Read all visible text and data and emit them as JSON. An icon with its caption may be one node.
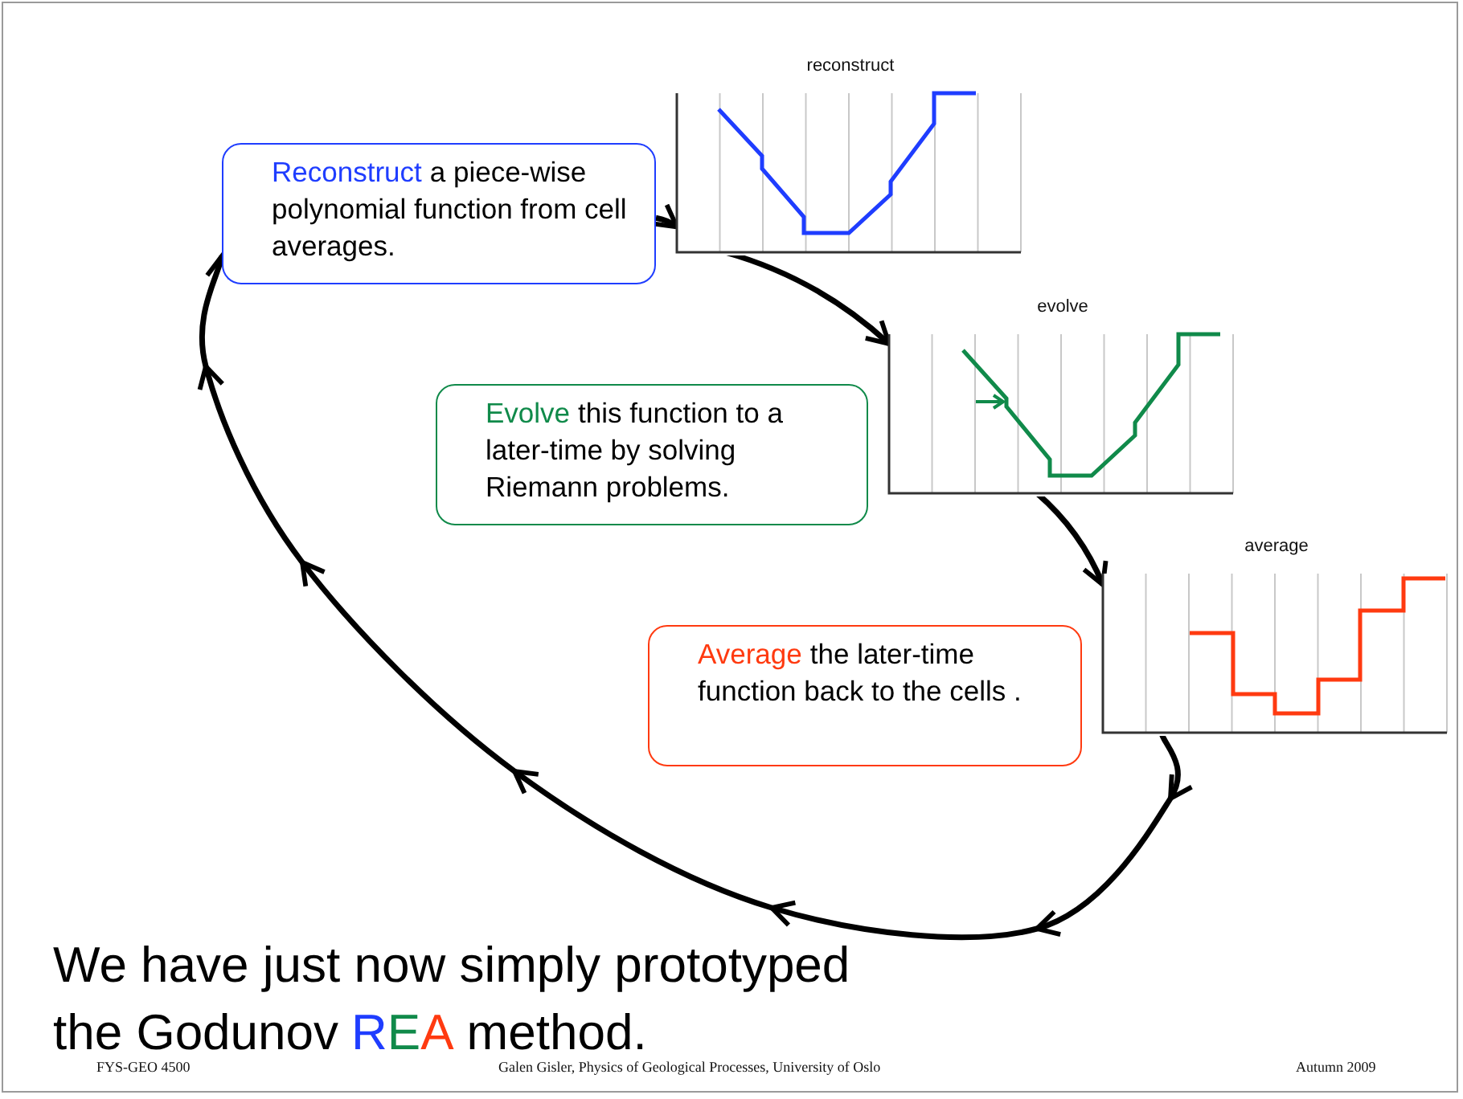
{
  "diagram": {
    "nodes": [
      {
        "text": [
          "Reconstruct",
          "a piece-wise polynomial function from cell averages."
        ]
      },
      {
        "text": [
          "Evolve",
          "this function to a later-time by solving Riemann problems."
        ]
      },
      {
        "text": [
          "Average",
          "the later-time function back to the cells ."
        ]
      },
      {
        "text": [
          "reconstruct"
        ]
      },
      {
        "text": [
          "evolve"
        ]
      },
      {
        "text": [
          "average"
        ]
      }
    ],
    "edges": [
      {
        "from": 0,
        "to": 3,
        "arrow": "to"
      },
      {
        "from": 3,
        "to": 4,
        "arrow": "to"
      },
      {
        "from": 4,
        "to": 5,
        "arrow": "to"
      },
      {
        "from": 5,
        "to": 0,
        "arrow": "to"
      }
    ],
    "labels": [
      "We have just now simply prototyped the Godunov",
      "REA",
      "method.",
      "FYS-GEO 4500",
      "Galen Gisler, Physics of Geological Processes, University of Oslo",
      "Autumn 2009"
    ]
  }
}
